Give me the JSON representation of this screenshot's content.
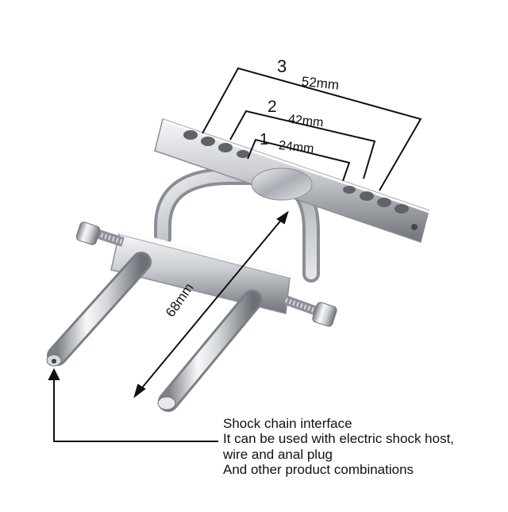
{
  "dimensions": {
    "size_3": {
      "index": "3",
      "value": "52mm"
    },
    "size_2": {
      "index": "2",
      "value": "42mm"
    },
    "size_1": {
      "index": "1",
      "value": "24mm"
    },
    "length": "68mm"
  },
  "caption": {
    "line1": "Shock chain interface",
    "line2": "It can be used with electric shock host,",
    "line3": "wire and anal plug",
    "line4": "And other product combinations"
  },
  "colors": {
    "metal_light": "#f4f5f7",
    "metal_mid": "#c7cacf",
    "metal_dark": "#6e7278",
    "annotation": "#111111",
    "background": "#ffffff"
  }
}
